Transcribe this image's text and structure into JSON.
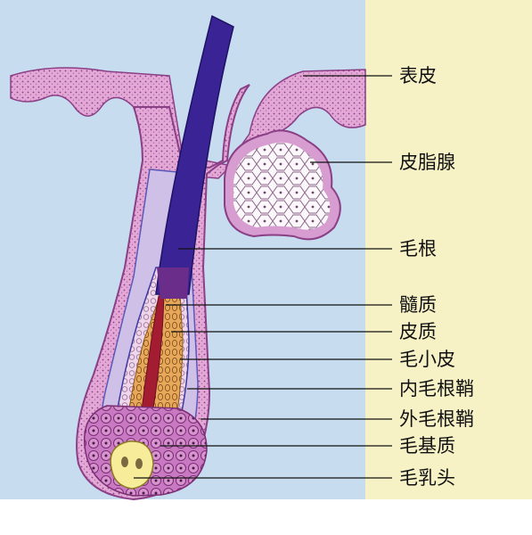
{
  "diagram": {
    "labels": [
      {
        "id": "epidermis",
        "text": "表皮"
      },
      {
        "id": "sebaceous-gland",
        "text": "皮脂腺"
      },
      {
        "id": "hair-root",
        "text": "毛根"
      },
      {
        "id": "medulla",
        "text": "髓质"
      },
      {
        "id": "cortex",
        "text": "皮质"
      },
      {
        "id": "cuticle",
        "text": "毛小皮"
      },
      {
        "id": "inner-root-sheath",
        "text": "内毛根鞘"
      },
      {
        "id": "outer-root-sheath",
        "text": "外毛根鞘"
      },
      {
        "id": "hair-matrix",
        "text": "毛基质"
      },
      {
        "id": "dermal-papilla",
        "text": "毛乳头"
      }
    ]
  },
  "colors": {
    "background_blue": "#c7dcee",
    "background_cream": "#f7f2c6",
    "tissue_pink": "#e2a6d4",
    "hair_shaft": "#3a2395",
    "medulla_red": "#a41c32",
    "cortex_orange": "#e8a85a",
    "papilla_yellow": "#f6ec9a"
  }
}
